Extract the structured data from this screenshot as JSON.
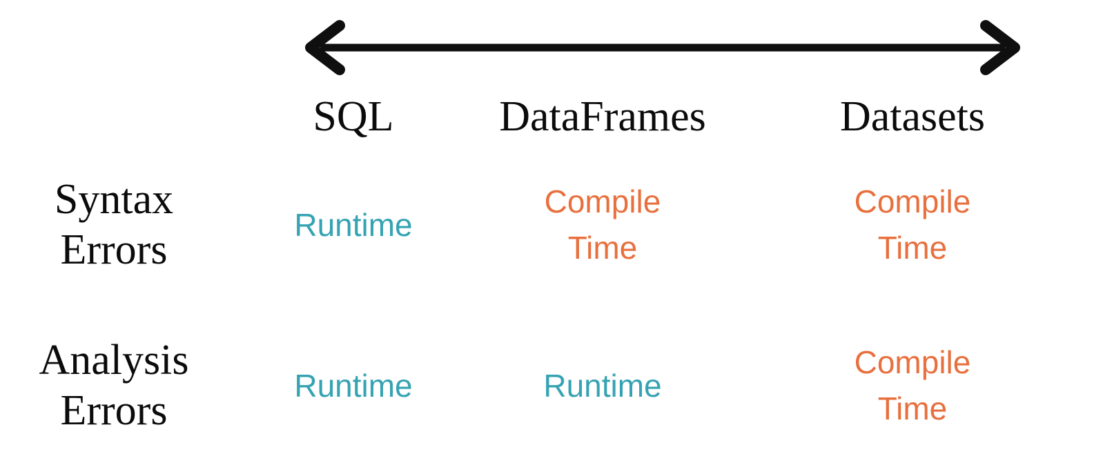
{
  "page": {
    "background": "#ffffff"
  },
  "colors": {
    "arrow": "#0f0f0f",
    "heading_text": "#0b0b0b",
    "runtime_text": "#35a3b2",
    "compile_time_text": "#e8703e"
  },
  "arrow": {
    "name": "double-headed-arrow",
    "direction": "horizontal-both"
  },
  "table": {
    "column_headers": [
      "SQL",
      "DataFrames",
      "Datasets"
    ],
    "row_headers": [
      {
        "lines": [
          "Syntax",
          "Errors"
        ]
      },
      {
        "lines": [
          "Analysis",
          "Errors"
        ]
      }
    ],
    "cells": [
      [
        {
          "lines": [
            "Runtime"
          ],
          "type": "runtime"
        },
        {
          "lines": [
            "Compile",
            "Time"
          ],
          "type": "compile-time"
        },
        {
          "lines": [
            "Compile",
            "Time"
          ],
          "type": "compile-time"
        }
      ],
      [
        {
          "lines": [
            "Runtime"
          ],
          "type": "runtime"
        },
        {
          "lines": [
            "Runtime"
          ],
          "type": "runtime"
        },
        {
          "lines": [
            "Compile",
            "Time"
          ],
          "type": "compile-time"
        }
      ]
    ]
  }
}
